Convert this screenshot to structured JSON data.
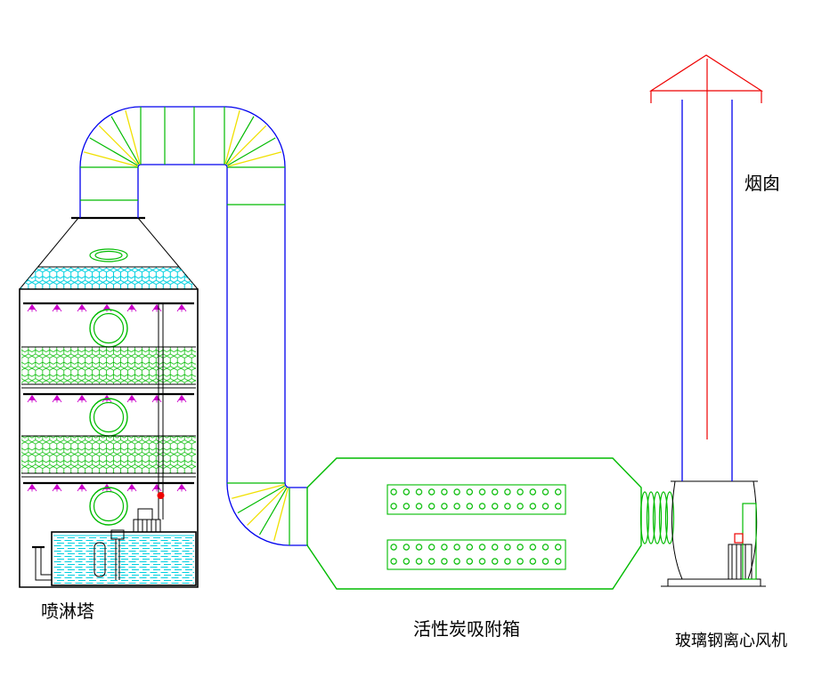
{
  "labels": {
    "spray_tower": "喷淋塔",
    "adsorption_box": "活性炭吸附箱",
    "fan": "玻璃钢离心风机",
    "chimney": "烟囱"
  },
  "colors": {
    "outline": "#000000",
    "duct_blue": "#0000ee",
    "component_green": "#00bb00",
    "hatch_yellow": "#f0e000",
    "water_cyan": "#00d0e0",
    "nozzle_magenta": "#cc00cc",
    "accent_red": "#ee0000"
  }
}
